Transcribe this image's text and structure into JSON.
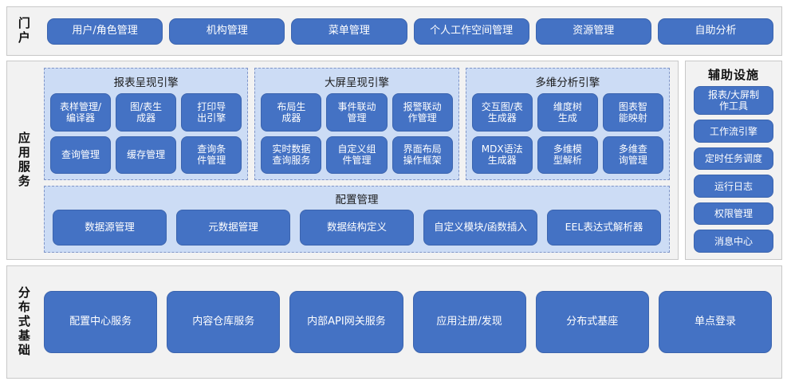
{
  "diagram": {
    "title": "Platform Architecture Diagram",
    "accent_color": "#4472c4",
    "panel_fill": "#ccdcf5",
    "frame_fill": "#f2f2f2"
  },
  "portal": {
    "label": "门户",
    "items": [
      {
        "label": "用户/角色管理"
      },
      {
        "label": "机构管理"
      },
      {
        "label": "菜单管理"
      },
      {
        "label": "个人工作空间管理"
      },
      {
        "label": "资源管理"
      },
      {
        "label": "自助分析"
      }
    ]
  },
  "app_services": {
    "label": "应用服务",
    "engines": [
      {
        "title": "报表呈现引擎",
        "items": [
          {
            "label": "表样管理/\n编译器"
          },
          {
            "label": "图/表生\n成器"
          },
          {
            "label": "打印导\n出引擎"
          },
          {
            "label": "查询管理"
          },
          {
            "label": "缓存管理"
          },
          {
            "label": "查询条\n件管理"
          }
        ]
      },
      {
        "title": "大屏呈现引擎",
        "items": [
          {
            "label": "布局生\n成器"
          },
          {
            "label": "事件联动\n管理"
          },
          {
            "label": "报警联动\n作管理"
          },
          {
            "label": "实时数据\n查询服务"
          },
          {
            "label": "自定义组\n件管理"
          },
          {
            "label": "界面布局\n操作框架"
          }
        ]
      },
      {
        "title": "多维分析引擎",
        "items": [
          {
            "label": "交互图/表\n生成器"
          },
          {
            "label": "维度树\n生成"
          },
          {
            "label": "图表智\n能映射"
          },
          {
            "label": "MDX语法\n生成器"
          },
          {
            "label": "多维模\n型解析"
          },
          {
            "label": "多维查\n询管理"
          }
        ]
      }
    ],
    "config": {
      "title": "配置管理",
      "items": [
        {
          "label": "数据源管理"
        },
        {
          "label": "元数据管理"
        },
        {
          "label": "数据结构定义"
        },
        {
          "label": "自定义模块/函数插入"
        },
        {
          "label": "EEL表达式解析器"
        }
      ]
    }
  },
  "auxiliary": {
    "label": "辅助设施",
    "items": [
      {
        "label": "报表/大屏制\n作工具"
      },
      {
        "label": "工作流引擎"
      },
      {
        "label": "定时任务调度"
      },
      {
        "label": "运行日志"
      },
      {
        "label": "权限管理"
      },
      {
        "label": "消息中心"
      }
    ]
  },
  "distributed_base": {
    "label": "分布式基础",
    "items": [
      {
        "label": "配置中心服务"
      },
      {
        "label": "内容仓库服务"
      },
      {
        "label": "内部API网关服务"
      },
      {
        "label": "应用注册/发现"
      },
      {
        "label": "分布式基座"
      },
      {
        "label": "单点登录"
      }
    ]
  }
}
